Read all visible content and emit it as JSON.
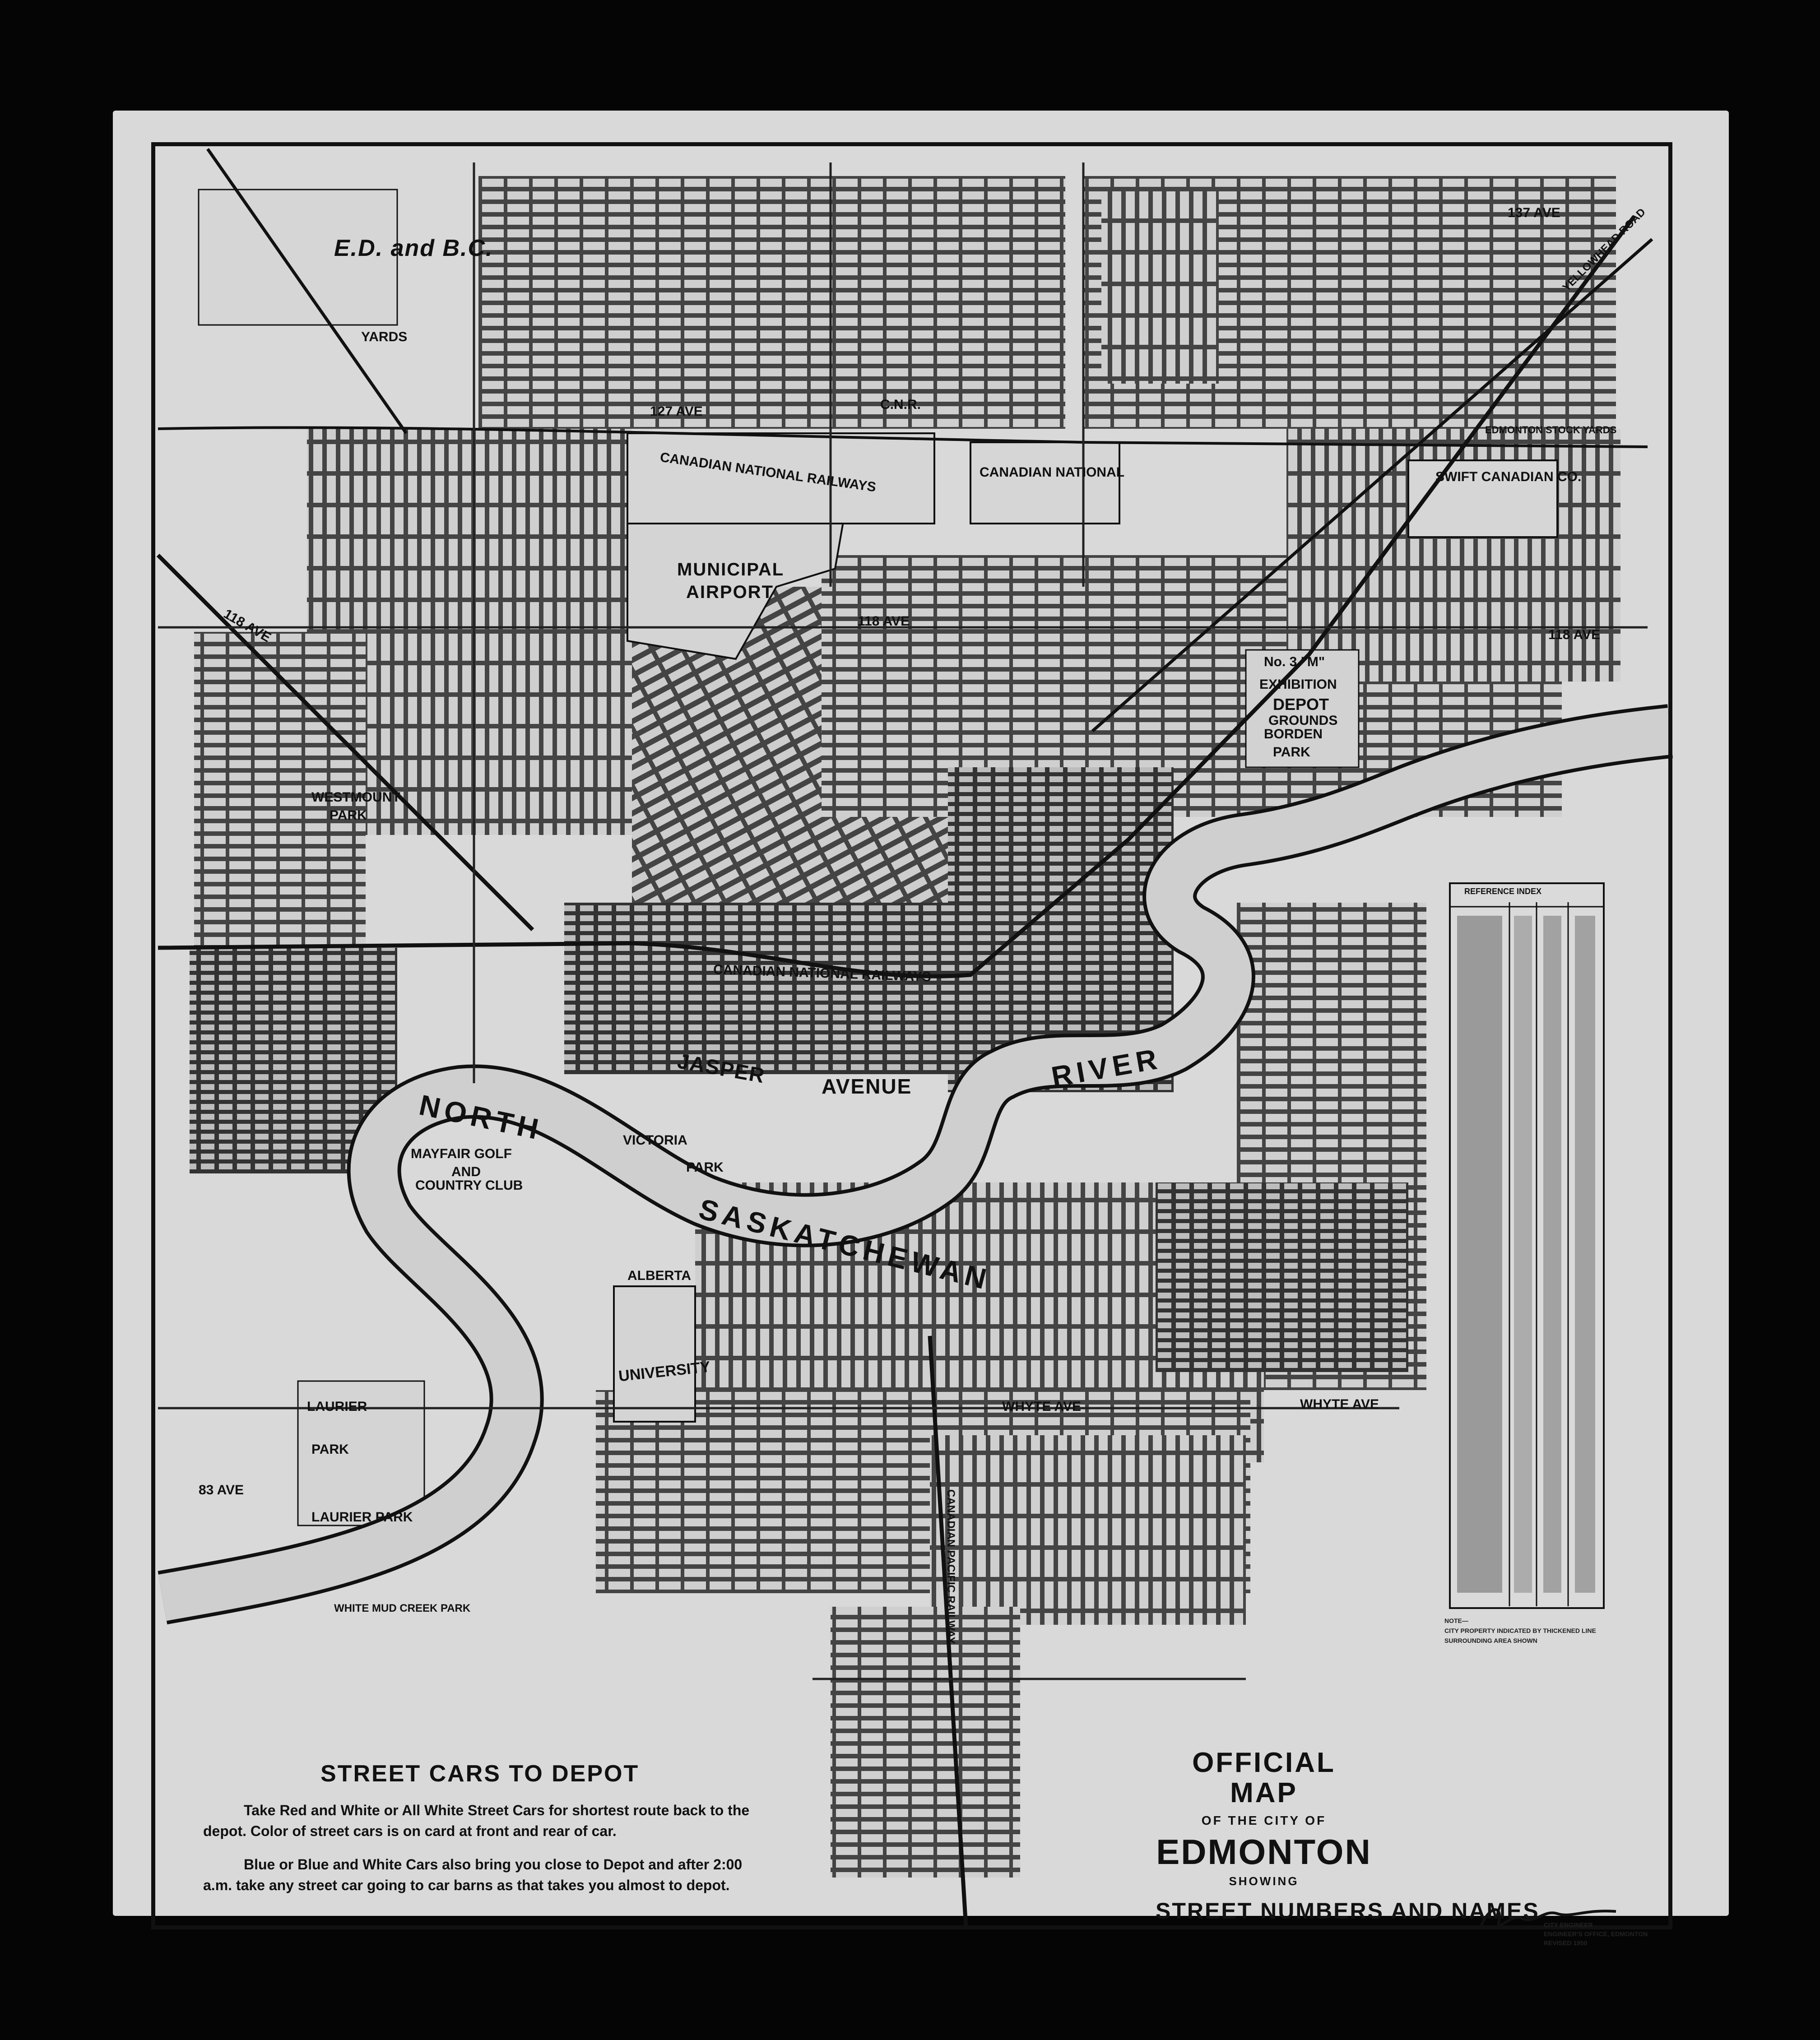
{
  "map": {
    "title_line1": "OFFICIAL",
    "title_line2": "MAP",
    "title_of_city": "OF THE CITY OF",
    "city_name": "EDMONTON",
    "title_showing": "SHOWING",
    "subtitle": "STREET NUMBERS AND NAMES"
  },
  "depot_notice": {
    "heading": "STREET CARS TO DEPOT",
    "paragraph1": "Take Red and White or All White Street Cars for shortest route back to the depot. Color of street cars is on card at front and rear of car.",
    "paragraph2": "Blue or Blue and White Cars also bring you close to Depot and after 2:00 a.m. take any street car going to car barns as that takes you almost to depot."
  },
  "labels": {
    "ed_bc": "E.D. and B.C.",
    "yards": "YARDS",
    "cnr": "C.N.R.",
    "cn_railways_north_left": "CANADIAN NATIONAL RAILWAYS",
    "cn_railways_north_right": "CANADIAN NATIONAL",
    "municipal": "MUNICIPAL",
    "airport": "AIRPORT",
    "swift": "SWIFT CANADIAN CO.",
    "edmonton_stockyards": "EDMONTON STOCK YARDS",
    "no_3m": "No. 3 \"M\"",
    "exhibition": "EXHIBITION",
    "depot": "DEPOT",
    "grounds": "GROUNDS",
    "borden": "BORDEN",
    "park": "PARK",
    "westmount": "WESTMOUNT",
    "westmount_park": "PARK",
    "cn_railways_central": "CANADIAN NATIONAL RAILWAYS",
    "jasper": "JASPER",
    "avenue": "AVENUE",
    "river_north": "NORTH",
    "river_sask": "SASKATCHEWAN",
    "river_river": "RIVER",
    "mayfair_line1": "MAYFAIR GOLF",
    "mayfair_line2": "AND",
    "mayfair_line3": "COUNTRY CLUB",
    "victoria": "VICTORIA",
    "victoria_park": "PARK",
    "alberta": "ALBERTA",
    "university": "UNIVERSITY",
    "laurier_top": "LAURIER",
    "laurier_park_top": "PARK",
    "laurier_park": "LAURIER PARK",
    "whitemud": "WHITE MUD CREEK PARK",
    "cp_railway": "CANADIAN PACIFIC RAILWAY",
    "whyte_ave_left": "WHYTE AVE",
    "whyte_ave_right": "WHYTE AVE",
    "ave_118_left": "118 AVE",
    "ave_118_mid": "118 AVE",
    "ave_118_right": "118 AVE",
    "ave_127": "127 AVE",
    "ave_137": "137 AVE",
    "ave_83": "83 AVE",
    "yellowhead": "YELLOWHEAD ROAD"
  },
  "reference_index": {
    "title": "REFERENCE INDEX",
    "note_line1": "NOTE—",
    "note_line2": "CITY PROPERTY INDICATED BY THICKENED LINE",
    "note_line3": "SURROUNDING AREA SHOWN"
  },
  "signature": {
    "line1": "CITY ENGINEER",
    "line2": "ENGINEER'S OFFICE, EDMONTON",
    "line3": "REVISED 1950"
  }
}
